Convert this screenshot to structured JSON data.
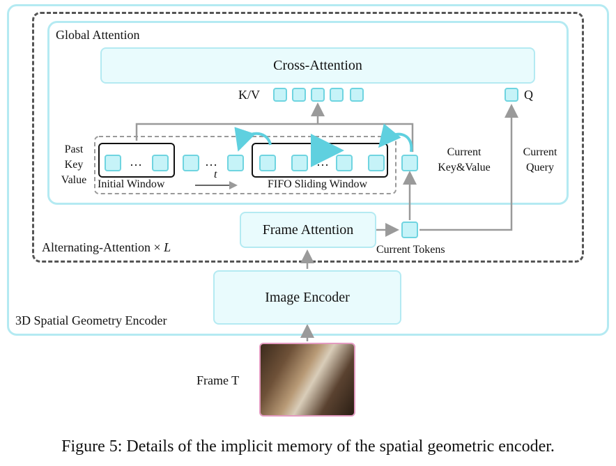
{
  "labels": {
    "global_attention": "Global Attention",
    "cross_attention": "Cross-Attention",
    "kv": "K/V",
    "q": "Q",
    "past_kv": [
      "Past",
      "Key",
      "Value"
    ],
    "initial_window": "Initial Window",
    "fifo_window": "FIFO Sliding Window",
    "t": "t",
    "ellipsis": "…",
    "current_kv": [
      "Current",
      "Key&Value"
    ],
    "current_query": [
      "Current",
      "Query"
    ],
    "frame_attention": "Frame Attention",
    "current_tokens": "Current Tokens",
    "alternating": "Alternating-Attention ×",
    "L": "L",
    "image_encoder": "Image Encoder",
    "spatial_encoder": "3D Spatial Geometry Encoder",
    "frame_t": "Frame T"
  },
  "caption": "Figure 5: Details of the implicit memory of the spatial geometric encoder.",
  "colors": {
    "box_fill": "#e9fbfd",
    "box_border": "#b4eaf2",
    "token_fill": "#c6f3f8",
    "token_border": "#6fd4e0",
    "arrow": "#9a9a9a",
    "dashed": "#555555",
    "frame_border": "#e39ac0"
  }
}
